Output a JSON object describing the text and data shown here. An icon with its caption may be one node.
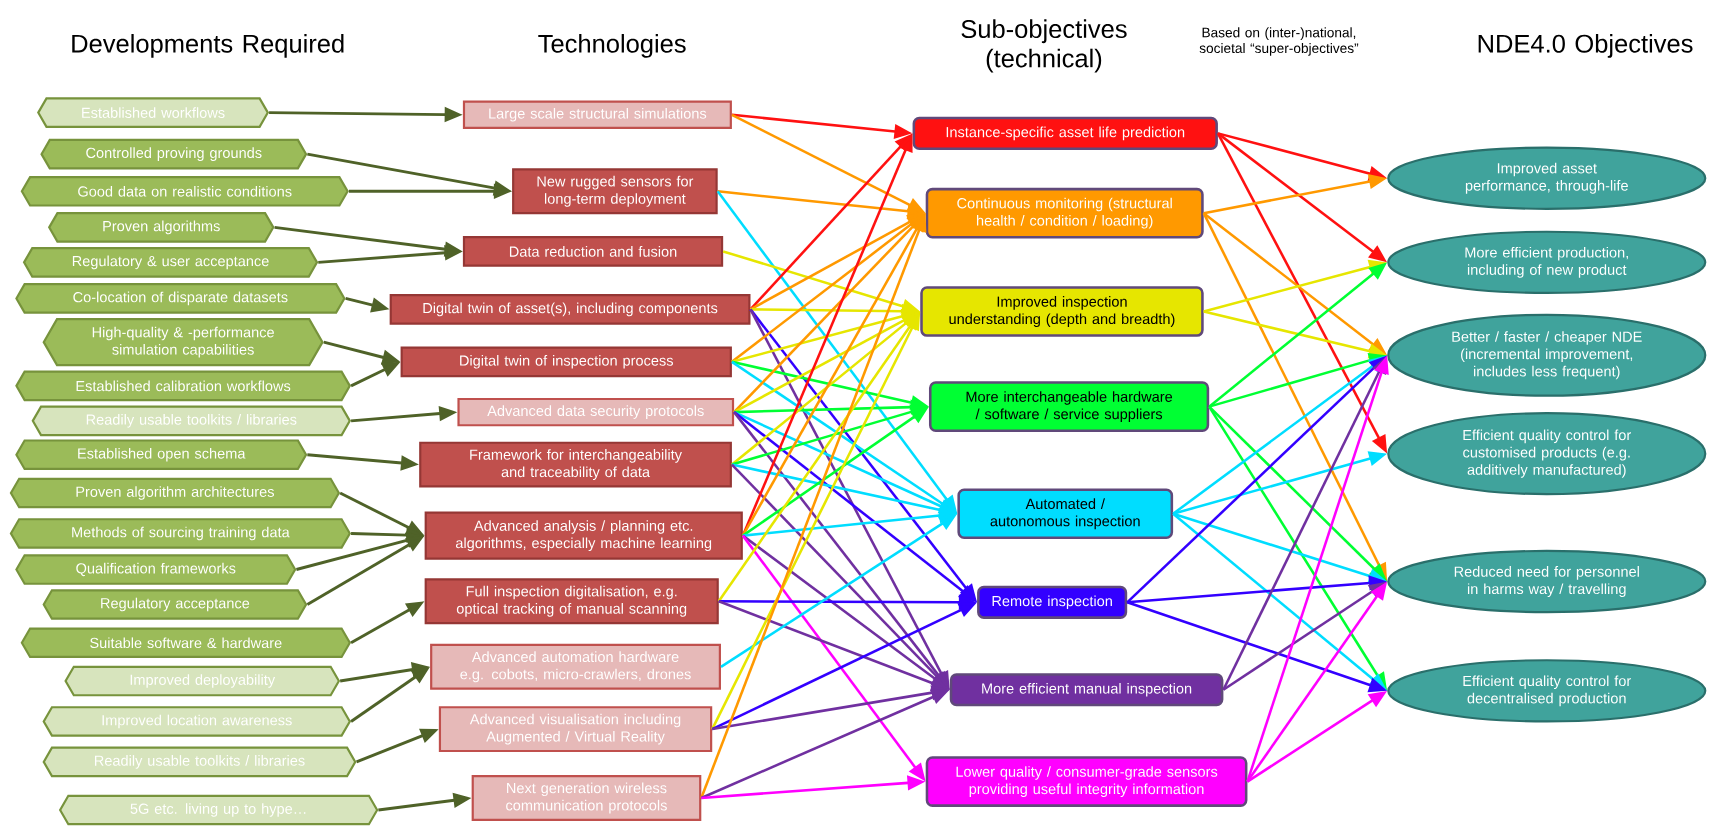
{
  "diagram": {
    "nodes": [
      {
        "text": [
          "Established workflows"
        ]
      },
      {
        "text": [
          "Controlled proving grounds"
        ]
      },
      {
        "text": [
          "Good data on realistic conditions"
        ]
      },
      {
        "text": [
          "Proven algorithms"
        ]
      },
      {
        "text": [
          "Regulatory & user acceptance"
        ]
      },
      {
        "text": [
          "Co-location of disparate datasets"
        ]
      },
      {
        "text": [
          "High-quality & -performance simulation capabilities"
        ]
      },
      {
        "text": [
          "Established calibration workflows"
        ]
      },
      {
        "text": [
          "Readily usable toolkits / libraries"
        ]
      },
      {
        "text": [
          "Established open schema"
        ]
      },
      {
        "text": [
          "Proven algorithm architectures"
        ]
      },
      {
        "text": [
          "Methods of sourcing training data"
        ]
      },
      {
        "text": [
          "Qualification frameworks"
        ]
      },
      {
        "text": [
          "Regulatory acceptance"
        ]
      },
      {
        "text": [
          "Suitable software & hardware"
        ]
      },
      {
        "text": [
          "Improved deployability"
        ]
      },
      {
        "text": [
          "Improved location awareness"
        ]
      },
      {
        "text": [
          "Readily usable toolkits / libraries"
        ]
      },
      {
        "text": [
          "5G etc. living up to hype…"
        ]
      },
      {
        "text": [
          "Large scale structural simulations"
        ]
      },
      {
        "text": [
          "New rugged sensors for long-term deployment"
        ]
      },
      {
        "text": [
          "Data reduction and fusion"
        ]
      },
      {
        "text": [
          "Digital twin of asset(s), including components"
        ]
      },
      {
        "text": [
          "Digital twin of inspection process"
        ]
      },
      {
        "text": [
          "Advanced data security protocols"
        ]
      },
      {
        "text": [
          "Framework for interchangeability and traceability of data"
        ]
      },
      {
        "text": [
          "Advanced analysis / planning etc. algorithms, especially machine learning"
        ]
      },
      {
        "text": [
          "Full inspection digitalisation, e.g. optical tracking of manual scanning"
        ]
      },
      {
        "text": [
          "Advanced automation hardware e.g. cobots, micro-crawlers, drones"
        ]
      },
      {
        "text": [
          "Advanced visualisation including Augmented / Virtual Reality"
        ]
      },
      {
        "text": [
          "Next generation wireless communication protocols"
        ]
      },
      {
        "text": [
          "Instance-specific asset life prediction"
        ]
      },
      {
        "text": [
          "Continuous monitoring (structural health / condition / loading)"
        ]
      },
      {
        "text": [
          "Improved inspection understanding (depth and breadth)"
        ]
      },
      {
        "text": [
          "More interchangeable hardware / software / service suppliers"
        ]
      },
      {
        "text": [
          "Automated / autonomous inspection"
        ]
      },
      {
        "text": [
          "Remote inspection"
        ]
      },
      {
        "text": [
          "More efficient manual inspection"
        ]
      },
      {
        "text": [
          "Lower quality / consumer-grade sensors providing useful integrity information"
        ]
      },
      {
        "text": [
          "Improved asset performance, through-life"
        ]
      },
      {
        "text": [
          "More efficient production, including of new product"
        ]
      },
      {
        "text": [
          "Better / faster / cheaper NDE (incremental improvement, includes less frequent)"
        ]
      },
      {
        "text": [
          "Efficient quality control for customised products (e.g. additively manufactured)"
        ]
      },
      {
        "text": [
          "Reduced need for personnel in harms way / travelling"
        ]
      },
      {
        "text": [
          "Efficient quality control for decentralised production"
        ]
      }
    ],
    "edges": [
      {
        "from": 0,
        "to": 19,
        "arrow": "to"
      },
      {
        "from": 1,
        "to": 20,
        "arrow": "to"
      },
      {
        "from": 2,
        "to": 20,
        "arrow": "to"
      },
      {
        "from": 3,
        "to": 21,
        "arrow": "to"
      },
      {
        "from": 4,
        "to": 21,
        "arrow": "to"
      },
      {
        "from": 5,
        "to": 22,
        "arrow": "to"
      },
      {
        "from": 6,
        "to": 23,
        "arrow": "to"
      },
      {
        "from": 7,
        "to": 23,
        "arrow": "to"
      },
      {
        "from": 8,
        "to": 24,
        "arrow": "to"
      },
      {
        "from": 9,
        "to": 25,
        "arrow": "to"
      },
      {
        "from": 10,
        "to": 26,
        "arrow": "to"
      },
      {
        "from": 11,
        "to": 26,
        "arrow": "to"
      },
      {
        "from": 12,
        "to": 26,
        "arrow": "to"
      },
      {
        "from": 13,
        "to": 26,
        "arrow": "to"
      },
      {
        "from": 14,
        "to": 27,
        "arrow": "to"
      },
      {
        "from": 15,
        "to": 28,
        "arrow": "to"
      },
      {
        "from": 16,
        "to": 28,
        "arrow": "to"
      },
      {
        "from": 17,
        "to": 29,
        "arrow": "to"
      },
      {
        "from": 18,
        "to": 30,
        "arrow": "to"
      },
      {
        "from": 19,
        "to": 31,
        "arrow": "to",
        "color": "#ff1111"
      },
      {
        "from": 19,
        "to": 32,
        "arrow": "to",
        "color": "#ff9900"
      },
      {
        "from": 20,
        "to": 32,
        "arrow": "to",
        "color": "#ff9900"
      },
      {
        "from": 20,
        "to": 35,
        "arrow": "to",
        "color": "#00ddff"
      },
      {
        "from": 21,
        "to": 33,
        "arrow": "to",
        "color": "#e6e600"
      },
      {
        "from": 22,
        "to": 31,
        "arrow": "to",
        "color": "#ff1111"
      },
      {
        "from": 22,
        "to": 32,
        "arrow": "to",
        "color": "#ff9900"
      },
      {
        "from": 22,
        "to": 33,
        "arrow": "to",
        "color": "#e6e600"
      },
      {
        "from": 22,
        "to": 36,
        "arrow": "to",
        "color": "#3300ff"
      },
      {
        "from": 22,
        "to": 37,
        "arrow": "to",
        "color": "#7030a0"
      },
      {
        "from": 23,
        "to": 32,
        "arrow": "to",
        "color": "#ff9900"
      },
      {
        "from": 23,
        "to": 33,
        "arrow": "to",
        "color": "#e6e600"
      },
      {
        "from": 23,
        "to": 34,
        "arrow": "to",
        "color": "#00ff33"
      },
      {
        "from": 23,
        "to": 35,
        "arrow": "to",
        "color": "#00ddff"
      },
      {
        "from": 24,
        "to": 32,
        "arrow": "to",
        "color": "#ff9900"
      },
      {
        "from": 24,
        "to": 33,
        "arrow": "to",
        "color": "#e6e600"
      },
      {
        "from": 24,
        "to": 34,
        "arrow": "to",
        "color": "#00ff33"
      },
      {
        "from": 24,
        "to": 35,
        "arrow": "to",
        "color": "#00ddff"
      },
      {
        "from": 24,
        "to": 36,
        "arrow": "to",
        "color": "#3300ff"
      },
      {
        "from": 24,
        "to": 37,
        "arrow": "to",
        "color": "#7030a0"
      },
      {
        "from": 25,
        "to": 33,
        "arrow": "to",
        "color": "#e6e600"
      },
      {
        "from": 25,
        "to": 34,
        "arrow": "to",
        "color": "#00ff33"
      },
      {
        "from": 25,
        "to": 35,
        "arrow": "to",
        "color": "#00ddff"
      },
      {
        "from": 25,
        "to": 37,
        "arrow": "to",
        "color": "#7030a0"
      },
      {
        "from": 26,
        "to": 31,
        "arrow": "to",
        "color": "#ff1111"
      },
      {
        "from": 26,
        "to": 32,
        "arrow": "to",
        "color": "#ff9900"
      },
      {
        "from": 26,
        "to": 34,
        "arrow": "to",
        "color": "#00ff33"
      },
      {
        "from": 26,
        "to": 35,
        "arrow": "to",
        "color": "#00ddff"
      },
      {
        "from": 26,
        "to": 37,
        "arrow": "to",
        "color": "#7030a0"
      },
      {
        "from": 26,
        "to": 38,
        "arrow": "to",
        "color": "#ff00ff"
      },
      {
        "from": 27,
        "to": 33,
        "arrow": "to",
        "color": "#e6e600"
      },
      {
        "from": 27,
        "to": 36,
        "arrow": "to",
        "color": "#3300ff"
      },
      {
        "from": 27,
        "to": 37,
        "arrow": "to",
        "color": "#7030a0"
      },
      {
        "from": 28,
        "to": 35,
        "arrow": "to",
        "color": "#00ddff"
      },
      {
        "from": 29,
        "to": 33,
        "arrow": "to",
        "color": "#e6e600"
      },
      {
        "from": 29,
        "to": 36,
        "arrow": "to",
        "color": "#3300ff"
      },
      {
        "from": 29,
        "to": 37,
        "arrow": "to",
        "color": "#7030a0"
      },
      {
        "from": 30,
        "to": 32,
        "arrow": "to",
        "color": "#ff9900"
      },
      {
        "from": 30,
        "to": 37,
        "arrow": "to",
        "color": "#7030a0"
      },
      {
        "from": 30,
        "to": 38,
        "arrow": "to",
        "color": "#ff00ff"
      },
      {
        "from": 31,
        "to": 39,
        "arrow": "to",
        "color": "#ff1111"
      },
      {
        "from": 31,
        "to": 40,
        "arrow": "to",
        "color": "#ff1111"
      },
      {
        "from": 31,
        "to": 42,
        "arrow": "to",
        "color": "#ff1111"
      },
      {
        "from": 32,
        "to": 39,
        "arrow": "to",
        "color": "#ff9900"
      },
      {
        "from": 32,
        "to": 41,
        "arrow": "to",
        "color": "#ff9900"
      },
      {
        "from": 32,
        "to": 43,
        "arrow": "to",
        "color": "#ff9900"
      },
      {
        "from": 33,
        "to": 40,
        "arrow": "to",
        "color": "#e6e600"
      },
      {
        "from": 33,
        "to": 41,
        "arrow": "to",
        "color": "#e6e600"
      },
      {
        "from": 34,
        "to": 40,
        "arrow": "to",
        "color": "#00ff33"
      },
      {
        "from": 34,
        "to": 41,
        "arrow": "to",
        "color": "#00ff33"
      },
      {
        "from": 34,
        "to": 43,
        "arrow": "to",
        "color": "#00ff33"
      },
      {
        "from": 34,
        "to": 44,
        "arrow": "to",
        "color": "#00ff33"
      },
      {
        "from": 35,
        "to": 41,
        "arrow": "to",
        "color": "#00ddff"
      },
      {
        "from": 35,
        "to": 42,
        "arrow": "to",
        "color": "#00ddff"
      },
      {
        "from": 35,
        "to": 43,
        "arrow": "to",
        "color": "#00ddff"
      },
      {
        "from": 35,
        "to": 44,
        "arrow": "to",
        "color": "#00ddff"
      },
      {
        "from": 36,
        "to": 41,
        "arrow": "to",
        "color": "#3300ff"
      },
      {
        "from": 36,
        "to": 43,
        "arrow": "to",
        "color": "#3300ff"
      },
      {
        "from": 36,
        "to": 44,
        "arrow": "to",
        "color": "#3300ff"
      },
      {
        "from": 37,
        "to": 41,
        "arrow": "to",
        "color": "#7030a0"
      },
      {
        "from": 37,
        "to": 43,
        "arrow": "to",
        "color": "#7030a0"
      },
      {
        "from": 38,
        "to": 41,
        "arrow": "to",
        "color": "#ff00ff"
      },
      {
        "from": 38,
        "to": 43,
        "arrow": "to",
        "color": "#ff00ff"
      },
      {
        "from": 38,
        "to": 44,
        "arrow": "to",
        "color": "#ff00ff"
      }
    ],
    "labels": [
      "Developments Required",
      "Technologies",
      "Sub-objectives (technical)",
      "Based on (inter-)national, societal “super-objectives”",
      "NDE4.0 Objectives"
    ]
  }
}
